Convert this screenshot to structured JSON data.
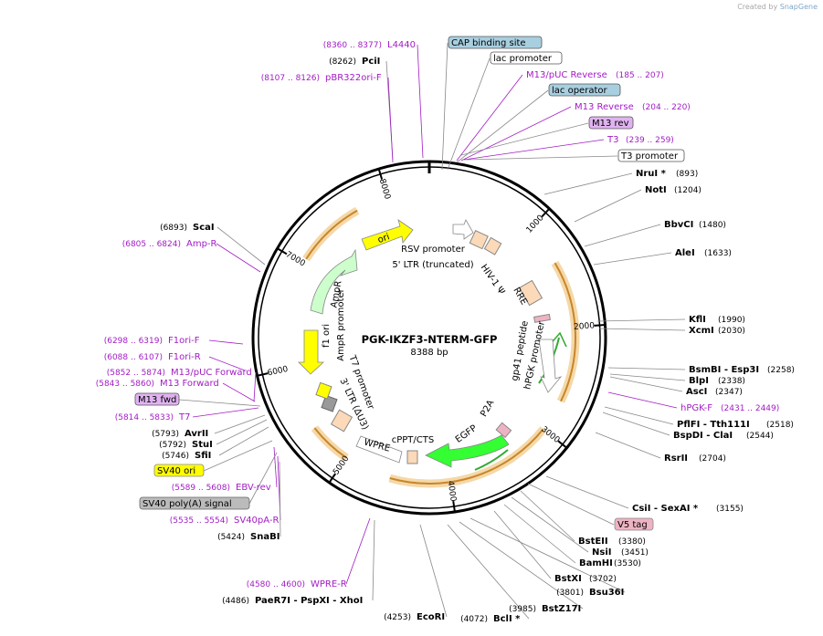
{
  "credit": {
    "prefix": "Created by",
    "brand": "SnapGene"
  },
  "plasmid": {
    "name": "PGK-IKZF3-NTERM-GFP",
    "size": "8388 bp",
    "length": 8388
  },
  "ticks": [
    "1000",
    "2000",
    "3000",
    "4000",
    "5000",
    "6000",
    "7000",
    "8000"
  ],
  "colors": {
    "enzyme": "#000000",
    "primer": "#a21cc4",
    "feature_black": "#000000",
    "orf": "#f2a93b",
    "promoter": "#ffffff",
    "rep_origin": "#ffff00",
    "ltr": "#fcd9b8",
    "amp": "#ccffcc",
    "egfp": "#33ff33"
  },
  "left_labels": [
    {
      "name": "PciI",
      "pos": "(8262)",
      "kind": "enzyme"
    },
    {
      "name": "L4440",
      "pos": "(8360 .. 8377)",
      "kind": "primer"
    },
    {
      "name": "pBR322ori-F",
      "pos": "(8107 .. 8126)",
      "kind": "primer"
    },
    {
      "name": "ScaI",
      "pos": "(6893)",
      "kind": "enzyme"
    },
    {
      "name": "Amp-R",
      "pos": "(6805 .. 6824)",
      "kind": "primer"
    },
    {
      "name": "F1ori-F",
      "pos": "(6298 .. 6319)",
      "kind": "primer"
    },
    {
      "name": "F1ori-R",
      "pos": "(6088 .. 6107)",
      "kind": "primer"
    },
    {
      "name": "M13/pUC Forward",
      "pos": "(5852 .. 5874)",
      "kind": "primer"
    },
    {
      "name": "M13 Forward",
      "pos": "(5843 .. 5860)",
      "kind": "primer"
    },
    {
      "name": "M13 fwd",
      "pos": "",
      "kind": "tag_purple"
    },
    {
      "name": "T7",
      "pos": "(5814 .. 5833)",
      "kind": "primer"
    },
    {
      "name": "AvrII",
      "pos": "(5793)",
      "kind": "enzyme"
    },
    {
      "name": "StuI",
      "pos": "(5792)",
      "kind": "enzyme"
    },
    {
      "name": "SfiI",
      "pos": "(5746)",
      "kind": "enzyme"
    },
    {
      "name": "SV40 ori",
      "pos": "",
      "kind": "tag_yellow"
    },
    {
      "name": "EBV-rev",
      "pos": "(5589 .. 5608)",
      "kind": "primer"
    },
    {
      "name": "SV40 poly(A) signal",
      "pos": "",
      "kind": "tag_grey"
    },
    {
      "name": "SV40pA-R",
      "pos": "(5535 .. 5554)",
      "kind": "primer"
    },
    {
      "name": "SnaBI",
      "pos": "(5424)",
      "kind": "enzyme"
    },
    {
      "name": "WPRE-R",
      "pos": "(4580 .. 4600)",
      "kind": "primer"
    },
    {
      "name": "PaeR7I - PspXI - XhoI",
      "pos": "(4486)",
      "kind": "enzyme"
    },
    {
      "name": "EcoRI",
      "pos": "(4253)",
      "kind": "enzyme"
    },
    {
      "name": "BclI *",
      "pos": "(4072)",
      "kind": "enzyme"
    },
    {
      "name": "BstZ17I",
      "pos": "(3985)",
      "kind": "enzyme"
    },
    {
      "name": "Bsu36I",
      "pos": "(3801)",
      "kind": "enzyme"
    }
  ],
  "right_labels": [
    {
      "name": "CAP binding site",
      "pos": "",
      "kind": "tag_blue"
    },
    {
      "name": "lac promoter",
      "pos": "",
      "kind": "tag_white"
    },
    {
      "name": "M13/pUC Reverse",
      "pos": "(185 .. 207)",
      "kind": "primer"
    },
    {
      "name": "lac operator",
      "pos": "",
      "kind": "tag_blue"
    },
    {
      "name": "M13 Reverse",
      "pos": "(204 .. 220)",
      "kind": "primer"
    },
    {
      "name": "M13 rev",
      "pos": "",
      "kind": "tag_purple"
    },
    {
      "name": "T3",
      "pos": "(239 .. 259)",
      "kind": "primer"
    },
    {
      "name": "T3 promoter",
      "pos": "",
      "kind": "tag_white"
    },
    {
      "name": "NruI *",
      "pos": "(893)",
      "kind": "enzyme"
    },
    {
      "name": "NotI",
      "pos": "(1204)",
      "kind": "enzyme"
    },
    {
      "name": "BbvCI",
      "pos": "(1480)",
      "kind": "enzyme"
    },
    {
      "name": "AleI",
      "pos": "(1633)",
      "kind": "enzyme"
    },
    {
      "name": "KflI",
      "pos": "(1990)",
      "kind": "enzyme"
    },
    {
      "name": "XcmI",
      "pos": "(2030)",
      "kind": "enzyme"
    },
    {
      "name": "BsmBI - Esp3I",
      "pos": "(2258)",
      "kind": "enzyme"
    },
    {
      "name": "BlpI",
      "pos": "(2338)",
      "kind": "enzyme"
    },
    {
      "name": "AscI",
      "pos": "(2347)",
      "kind": "enzyme"
    },
    {
      "name": "hPGK-F",
      "pos": "(2431 .. 2449)",
      "kind": "primer"
    },
    {
      "name": "PflFI - Tth111I",
      "pos": "(2518)",
      "kind": "enzyme"
    },
    {
      "name": "BspDI - ClaI",
      "pos": "(2544)",
      "kind": "enzyme"
    },
    {
      "name": "RsrII",
      "pos": "(2704)",
      "kind": "enzyme"
    },
    {
      "name": "CsiI - SexAI *",
      "pos": "(3155)",
      "kind": "enzyme"
    },
    {
      "name": "V5 tag",
      "pos": "",
      "kind": "tag_pink"
    },
    {
      "name": "BstEII",
      "pos": "(3380)",
      "kind": "enzyme"
    },
    {
      "name": "NsiI",
      "pos": "(3451)",
      "kind": "enzyme"
    },
    {
      "name": "BamHI",
      "pos": "(3530)",
      "kind": "enzyme"
    },
    {
      "name": "BstXI",
      "pos": "(3702)",
      "kind": "enzyme"
    }
  ],
  "inner_labels": [
    "RSV promoter",
    "5' LTR (truncated)",
    "HIV-1 Ψ",
    "RRE",
    "gp41 peptide",
    "hPGK promoter",
    "P2A",
    "EGFP",
    "cPPT/CTS",
    "WPRE",
    "3' LTR (ΔU3)",
    "T7 promoter",
    "f1 ori",
    "AmpR promoter",
    "AmpR",
    "ori"
  ]
}
